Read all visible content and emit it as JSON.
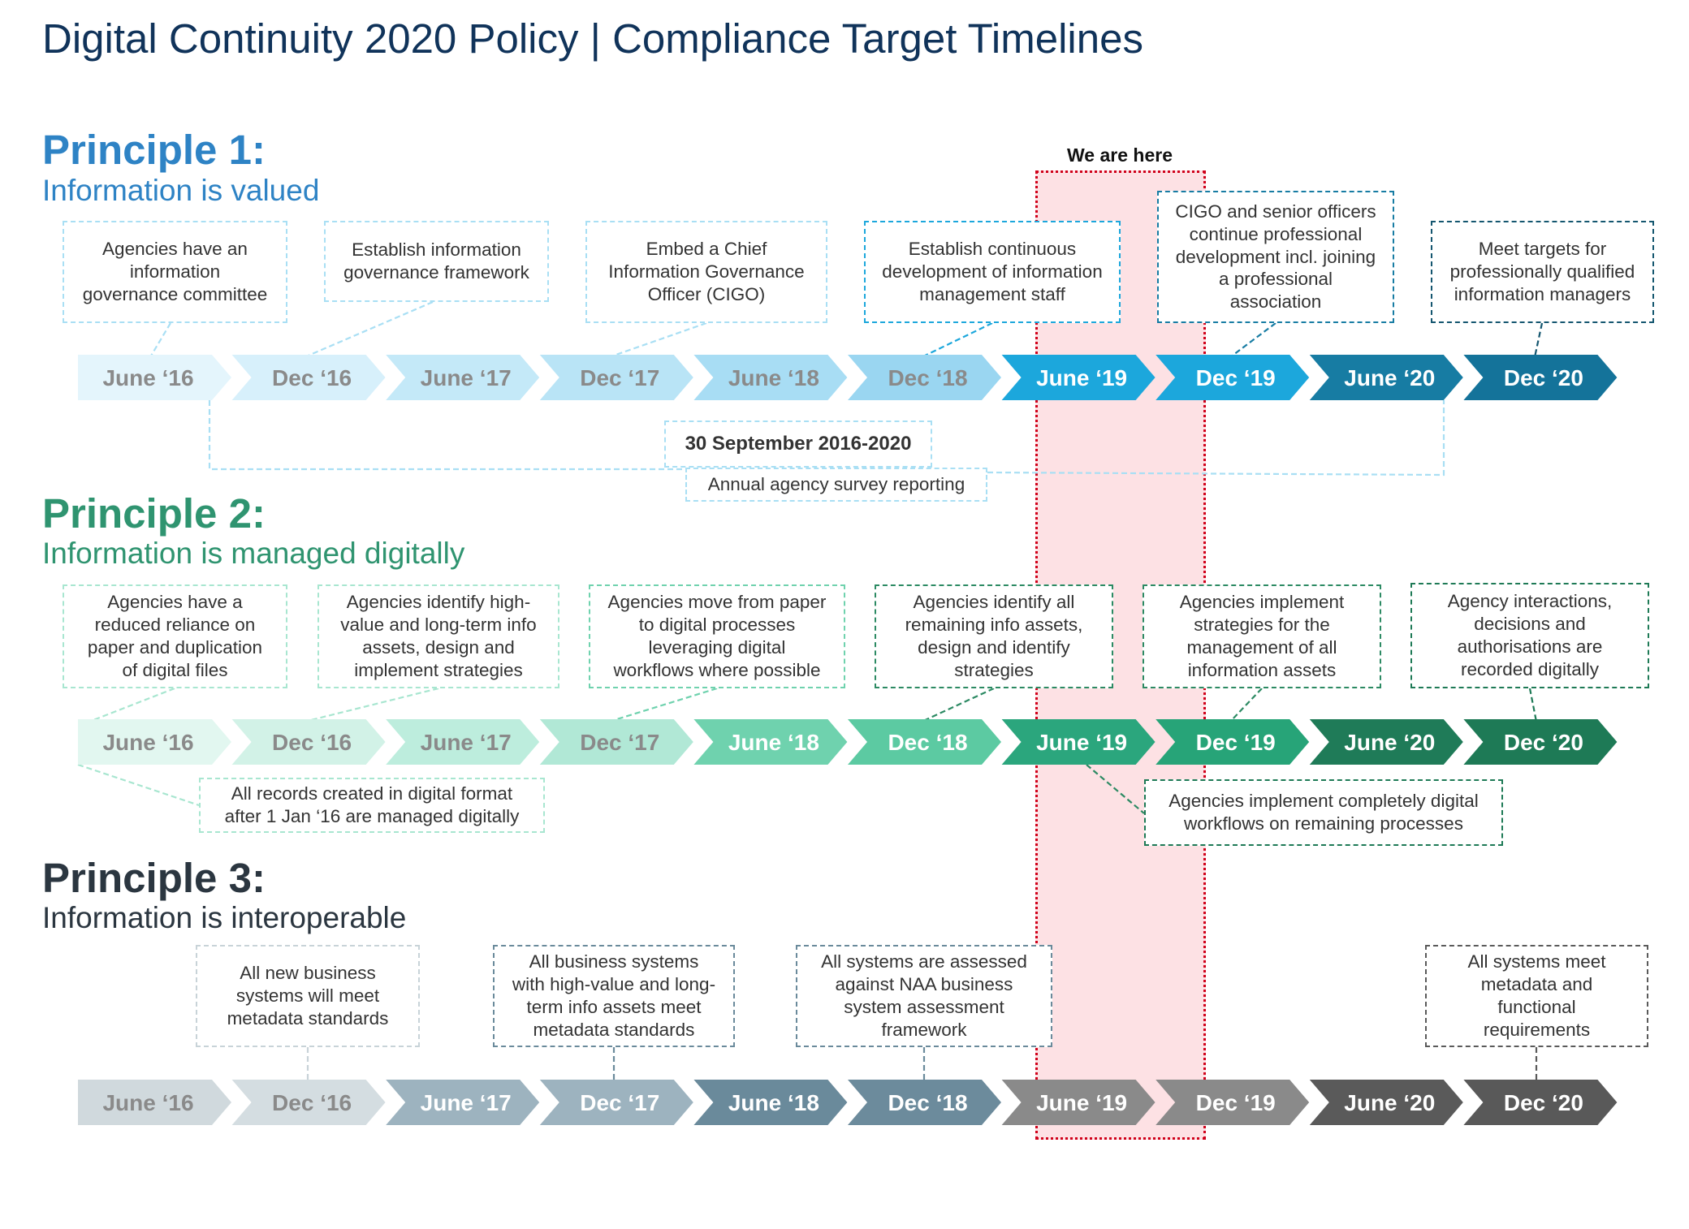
{
  "title": "Digital Continuity 2020 Policy | Compliance Target Timelines",
  "marker_label": "We are here",
  "marker_color": "#d0021b",
  "marker_fill": "#fde1e4",
  "principles": [
    {
      "heading": "Principle 1:",
      "subheading": "Information is valued",
      "color": "#2e83c5",
      "timeline": [
        {
          "label": "June ‘16",
          "bg": "#e4f5fc",
          "fg": "#8a8a8a"
        },
        {
          "label": "Dec ‘16",
          "bg": "#d7f0fb",
          "fg": "#8a8a8a"
        },
        {
          "label": "June ‘17",
          "bg": "#c4e9f8",
          "fg": "#8a8a8a"
        },
        {
          "label": "Dec ‘17",
          "bg": "#b9e4f6",
          "fg": "#8a8a8a"
        },
        {
          "label": "June ‘18",
          "bg": "#a8ddf4",
          "fg": "#8a8a8a"
        },
        {
          "label": "Dec ‘18",
          "bg": "#9ad6f1",
          "fg": "#8a8a8a"
        },
        {
          "label": "June ‘19",
          "bg": "#1ca7dc",
          "fg": "#ffffff"
        },
        {
          "label": "Dec ‘19",
          "bg": "#1ca7dc",
          "fg": "#ffffff"
        },
        {
          "label": "June ‘20",
          "bg": "#177ca3",
          "fg": "#ffffff"
        },
        {
          "label": "Dec ‘20",
          "bg": "#14739a",
          "fg": "#ffffff"
        }
      ],
      "boxes": [
        {
          "text": "Agencies have an\ninformation\ngovernance committee",
          "border": "#a9dff4"
        },
        {
          "text": "Establish information\ngovernance framework",
          "border": "#a9dff4"
        },
        {
          "text": "Embed a Chief\nInformation Governance\nOfficer (CIGO)",
          "border": "#a9dff4"
        },
        {
          "text": "Establish continuous\ndevelopment of information\nmanagement staff",
          "border": "#1ca7dc"
        },
        {
          "text": "CIGO and senior officers\ncontinue professional\ndevelopment incl. joining\na professional\nassociation",
          "border": "#177ca3"
        },
        {
          "text": "Meet targets for\nprofessionally qualified\ninformation managers",
          "border": "#14566f"
        }
      ],
      "survey": {
        "title": "30 September 2016-2020",
        "subtitle": "Annual agency survey reporting",
        "border": "#a9dff4"
      }
    },
    {
      "heading": "Principle 2:",
      "subheading": "Information is managed digitally",
      "color": "#2f9470",
      "timeline": [
        {
          "label": "June ‘16",
          "bg": "#e2f7f0",
          "fg": "#8a8a8a"
        },
        {
          "label": "Dec ‘16",
          "bg": "#d2f2e7",
          "fg": "#8a8a8a"
        },
        {
          "label": "June ‘17",
          "bg": "#bdeddd",
          "fg": "#8a8a8a"
        },
        {
          "label": "Dec ‘17",
          "bg": "#b1e8d6",
          "fg": "#8a8a8a"
        },
        {
          "label": "June ‘18",
          "bg": "#6fd2ae",
          "fg": "#ffffff"
        },
        {
          "label": "Dec ‘18",
          "bg": "#5ccaa2",
          "fg": "#ffffff"
        },
        {
          "label": "June ‘19",
          "bg": "#2ba67d",
          "fg": "#ffffff"
        },
        {
          "label": "Dec ‘19",
          "bg": "#27a478",
          "fg": "#ffffff"
        },
        {
          "label": "June ‘20",
          "bg": "#1f7b58",
          "fg": "#ffffff"
        },
        {
          "label": "Dec ‘20",
          "bg": "#1e7a56",
          "fg": "#ffffff"
        }
      ],
      "boxes": [
        {
          "text": "Agencies have a\nreduced reliance on\npaper and duplication\nof digital files",
          "border": "#a8e6d0"
        },
        {
          "text": "Agencies identify high-\nvalue and long-term info\nassets, design and\nimplement strategies",
          "border": "#a8e6d0"
        },
        {
          "text": "Agencies move from paper\nto digital processes\nleveraging digital\nworkflows where possible",
          "border": "#6fd2ae"
        },
        {
          "text": "Agencies identify all\nremaining info assets,\ndesign and identify\nstrategies",
          "border": "#2c8a63"
        },
        {
          "text": "Agencies implement\nstrategies for the\nmanagement of all\ninformation assets",
          "border": "#2c8a63"
        },
        {
          "text": "Agency interactions,\ndecisions and\nauthorisations are\nrecorded digitally",
          "border": "#1e7a56"
        }
      ],
      "extra_boxes": [
        {
          "text": "All records created in digital format\nafter 1 Jan ‘16 are managed digitally",
          "border": "#a8e6d0"
        },
        {
          "text": "Agencies implement completely digital\nworkflows on remaining processes",
          "border": "#1e7a56"
        }
      ]
    },
    {
      "heading": "Principle 3:",
      "subheading": "Information is interoperable",
      "color": "#2b3640",
      "timeline": [
        {
          "label": "June ‘16",
          "bg": "#d0d9dd",
          "fg": "#8a8a8a"
        },
        {
          "label": "Dec ‘16",
          "bg": "#d4dde1",
          "fg": "#8a8a8a"
        },
        {
          "label": "June ‘17",
          "bg": "#9db3bf",
          "fg": "#ffffff"
        },
        {
          "label": "Dec ‘17",
          "bg": "#9db3bf",
          "fg": "#ffffff"
        },
        {
          "label": "June ‘18",
          "bg": "#6a8a9b",
          "fg": "#ffffff"
        },
        {
          "label": "Dec ‘18",
          "bg": "#6c8b9c",
          "fg": "#ffffff"
        },
        {
          "label": "June ‘19",
          "bg": "#8a8a8a",
          "fg": "#ffffff"
        },
        {
          "label": "Dec ‘19",
          "bg": "#8a8a8a",
          "fg": "#ffffff"
        },
        {
          "label": "June ‘20",
          "bg": "#5a5a5a",
          "fg": "#ffffff"
        },
        {
          "label": "Dec ‘20",
          "bg": "#595959",
          "fg": "#ffffff"
        }
      ],
      "boxes": [
        {
          "text": "All new business\nsystems will meet\nmetadata standards",
          "border": "#c8d3d8"
        },
        {
          "text": "All business systems\nwith high-value and long-\nterm info assets meet\nmetadata standards",
          "border": "#6a8a9b"
        },
        {
          "text": "All systems are assessed\nagainst NAA business\nsystem assessment\nframework",
          "border": "#6a8a9b"
        },
        {
          "text": "All systems meet\nmetadata and\nfunctional\nrequirements",
          "border": "#5a5a5a"
        }
      ]
    }
  ]
}
